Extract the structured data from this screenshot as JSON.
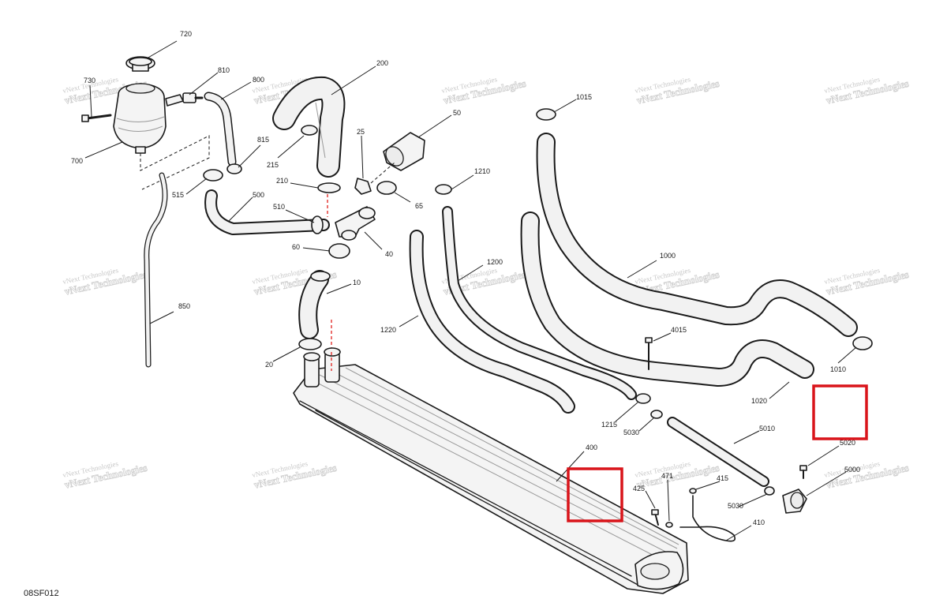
{
  "diagram": {
    "reference_code": "08SF012",
    "watermark_line1": "vNext Technologies",
    "watermark_line2": "vNext Technologies",
    "highlight_color": "#d9141a",
    "callouts": {
      "c720": "720",
      "c730": "730",
      "c700": "700",
      "c810": "810",
      "c800": "800",
      "c815": "815",
      "c515": "515",
      "c500": "500",
      "c510": "510",
      "c850": "850",
      "c200": "200",
      "c215": "215",
      "c210": "210",
      "c25": "25",
      "c50": "50",
      "c65": "65",
      "c60": "60",
      "c40": "40",
      "c10": "10",
      "c20": "20",
      "c400": "400",
      "c1015": "1015",
      "c1210": "1210",
      "c1200": "1200",
      "c1220": "1220",
      "c1000": "1000",
      "c4015": "4015",
      "c1010": "1010",
      "c1020": "1020",
      "c1215": "1215",
      "c5030a": "5030",
      "c5010": "5010",
      "c5020": "5020",
      "c5000": "5000",
      "c415": "415",
      "c425": "425",
      "c471": "471",
      "c5030b": "5030",
      "c410": "410"
    }
  }
}
